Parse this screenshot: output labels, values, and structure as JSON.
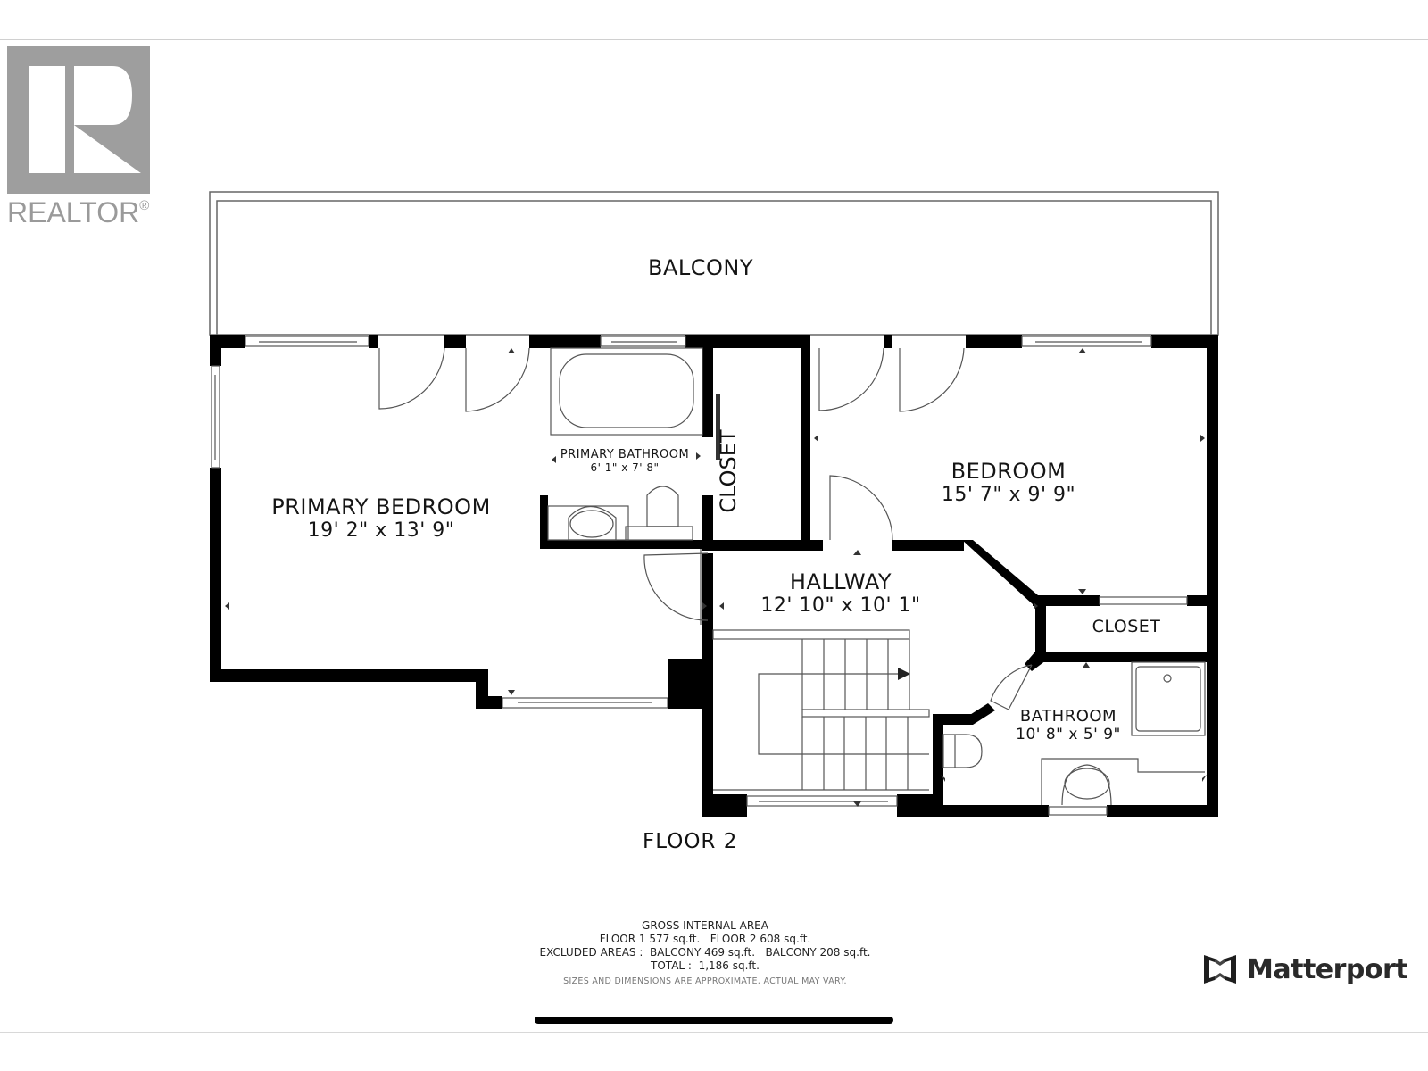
{
  "branding": {
    "realtor_wordmark": "REALTOR",
    "realtor_registered": "®",
    "matterport_wordmark": "Matterport"
  },
  "floor_plan": {
    "floor_label": "FLOOR 2",
    "rooms": {
      "balcony": {
        "name": "BALCONY"
      },
      "primary_bedroom": {
        "name": "PRIMARY BEDROOM",
        "dimensions": "19' 2\" x 13' 9\""
      },
      "primary_bathroom": {
        "name": "PRIMARY BATHROOM",
        "dimensions": "6' 1\" x 7' 8\""
      },
      "closet_primary": {
        "name": "CLOSET"
      },
      "bedroom": {
        "name": "BEDROOM",
        "dimensions": "15' 7\" x 9' 9\""
      },
      "hallway": {
        "name": "HALLWAY",
        "dimensions": "12' 10\" x 10' 1\""
      },
      "closet_hall": {
        "name": "CLOSET"
      },
      "bathroom": {
        "name": "BATHROOM",
        "dimensions": "10' 8\" x 5' 9\""
      }
    }
  },
  "area_summary": {
    "heading": "GROSS INTERNAL AREA",
    "floors_line": "FLOOR 1 577 sq.ft.   FLOOR 2 608 sq.ft.",
    "excluded_line": "EXCLUDED AREAS :  BALCONY 469 sq.ft.   BALCONY 208 sq.ft.",
    "total_line": "TOTAL :  1,186 sq.ft.",
    "disclaimer": "SIZES AND DIMENSIONS ARE APPROXIMATE, ACTUAL MAY VARY."
  },
  "colors": {
    "wall": "#000000",
    "line": "#555555",
    "logo_gray": "#9e9e9e"
  }
}
